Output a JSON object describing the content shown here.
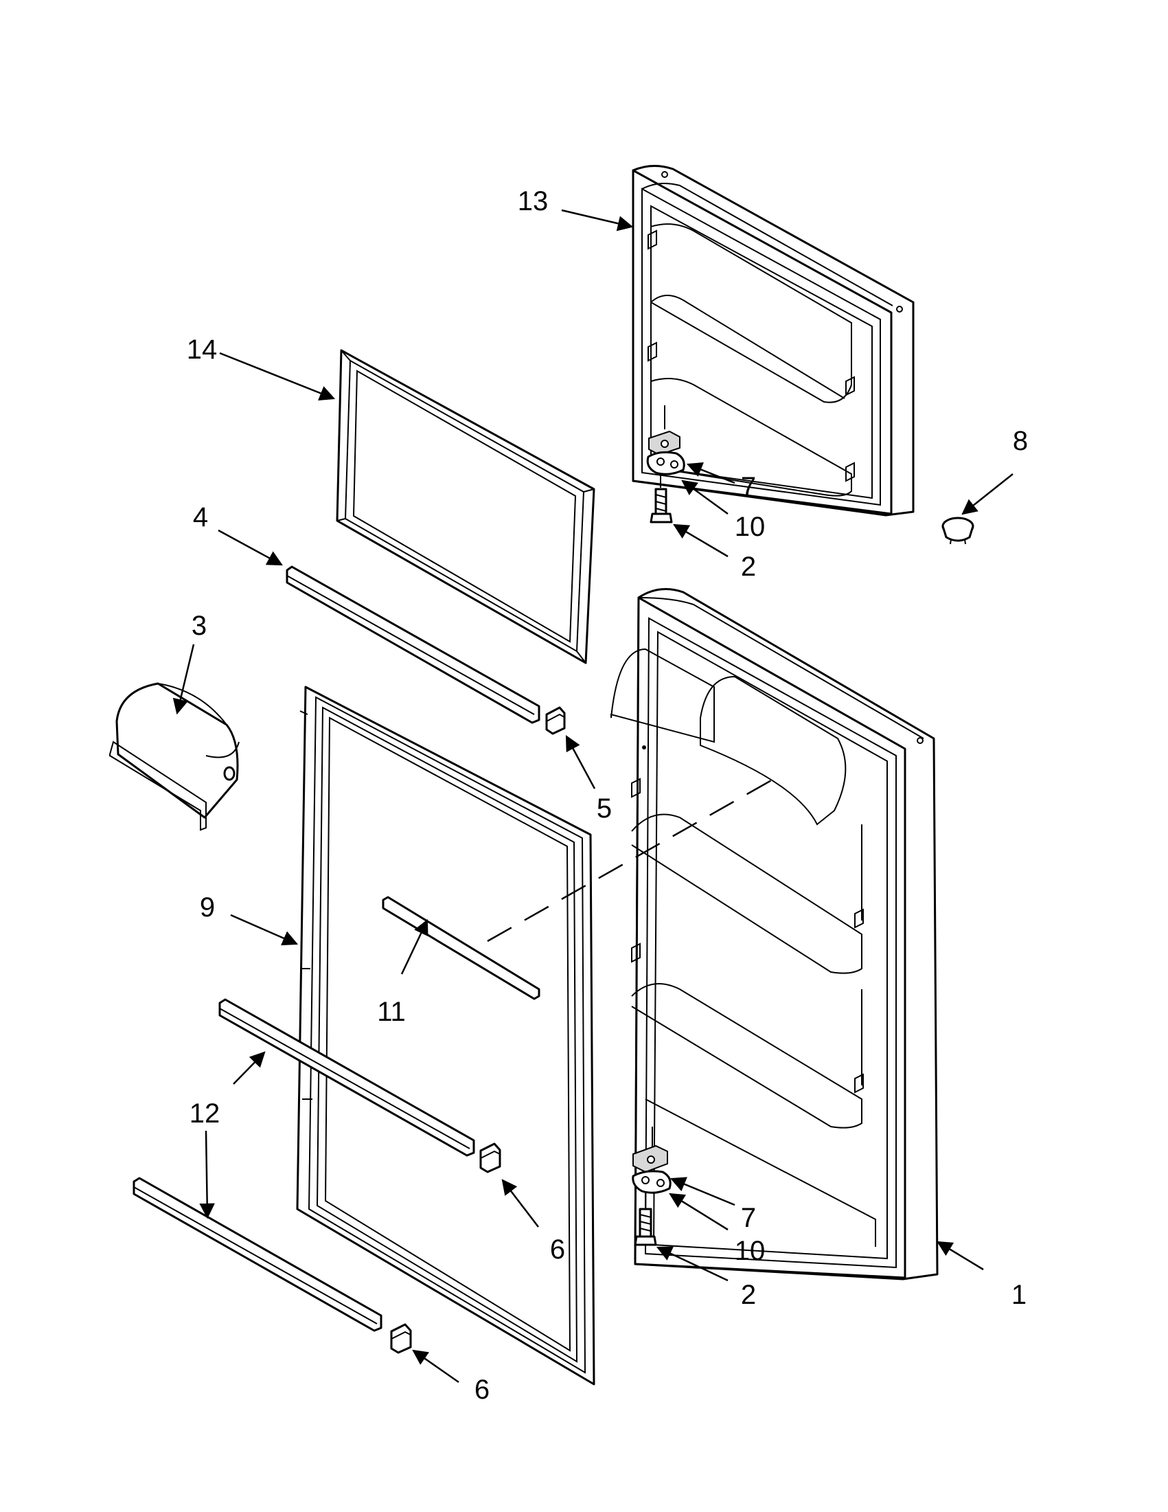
{
  "diagram": {
    "callouts": {
      "c13": "13",
      "c14": "14",
      "c8": "8",
      "c7a": "7",
      "c10a": "10",
      "c2a": "2",
      "c4": "4",
      "c3": "3",
      "c5": "5",
      "c9": "9",
      "c11": "11",
      "c12": "12",
      "c6a": "6",
      "c7b": "7",
      "c10b": "10",
      "c2b": "2",
      "c1": "1",
      "c6b": "6"
    }
  }
}
